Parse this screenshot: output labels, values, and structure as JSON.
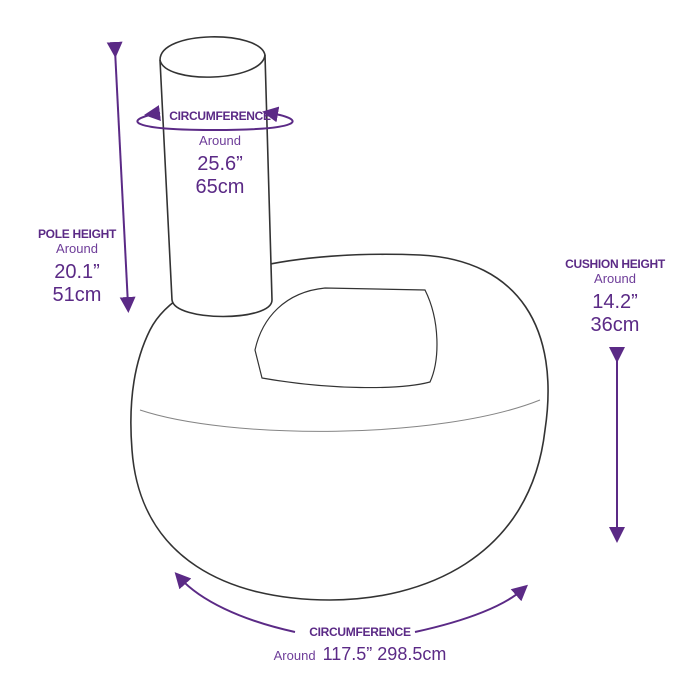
{
  "colors": {
    "accent": "#5b2a86",
    "outline": "#333333",
    "background": "#ffffff"
  },
  "dimensions": {
    "pole_circumference": {
      "title": "CIRCUMFERENCE",
      "qualifier": "Around",
      "imperial": "25.6”",
      "metric": "65cm"
    },
    "pole_height": {
      "title": "POLE HEIGHT",
      "qualifier": "Around",
      "imperial": "20.1”",
      "metric": "51cm"
    },
    "cushion_height": {
      "title": "CUSHION HEIGHT",
      "qualifier": "Around",
      "imperial": "14.2”",
      "metric": "36cm"
    },
    "cushion_circumference": {
      "title": "CIRCUMFERENCE",
      "qualifier": "Around",
      "imperial": "117.5”",
      "metric": "298.5cm"
    }
  }
}
